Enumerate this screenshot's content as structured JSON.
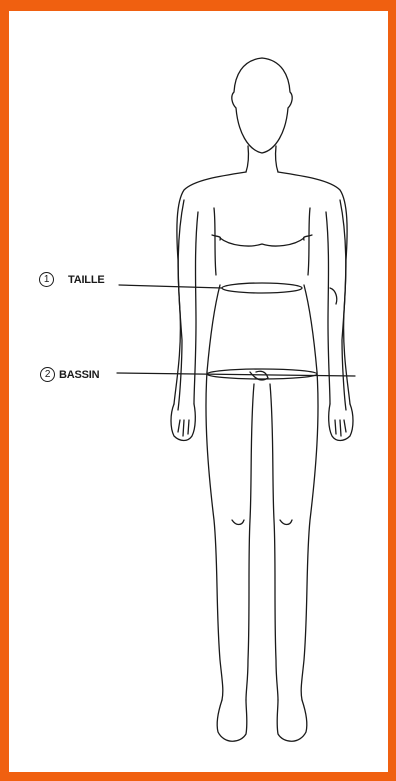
{
  "frame": {
    "border_color": "#F06010"
  },
  "figure": {
    "line_color": "#1a1a1a",
    "icon": "human-body-outline"
  },
  "measurements": [
    {
      "number": "1",
      "label": "TAILLE"
    },
    {
      "number": "2",
      "label": "BASSIN"
    }
  ]
}
